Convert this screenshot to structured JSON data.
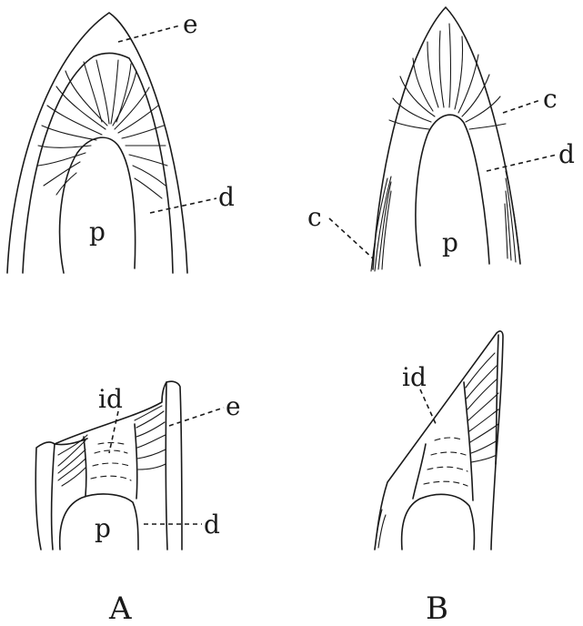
{
  "labels": {
    "a_top_e": "e",
    "a_top_d": "d",
    "a_top_p": "p",
    "b_top_c_right": "c",
    "b_top_d": "d",
    "b_top_c_left": "c",
    "b_top_p": "p",
    "a_bot_id": "id",
    "a_bot_e": "e",
    "a_bot_d": "d",
    "a_bot_p": "p",
    "b_bot_id": "id"
  },
  "captions": {
    "left": "A",
    "right": "B"
  }
}
